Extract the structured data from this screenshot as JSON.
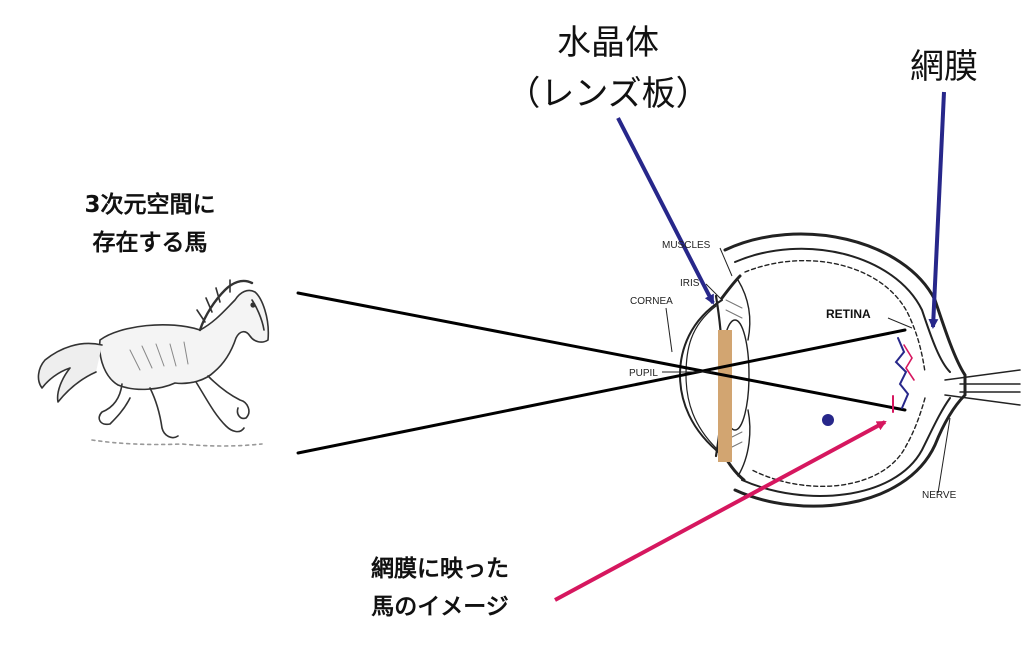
{
  "labels": {
    "lens_line1": "水晶体",
    "lens_line2": "（レンズ板）",
    "retina_jp": "網膜",
    "horse_line1": "3次元空間に",
    "horse_line2": "存在する馬",
    "image_line1": "網膜に映った",
    "image_line2": "馬のイメージ"
  },
  "anatomy": {
    "muscles": "MUSCLES",
    "iris": "IRIS",
    "cornea": "CORNEA",
    "pupil": "PUPIL",
    "retina": "RETINA",
    "nerve": "NERVE"
  },
  "colors": {
    "arrow_blue": "#27278a",
    "arrow_pink": "#d6175f",
    "lens_board": "#d2a571",
    "ray_black": "#000000",
    "eye_line": "#222222"
  }
}
